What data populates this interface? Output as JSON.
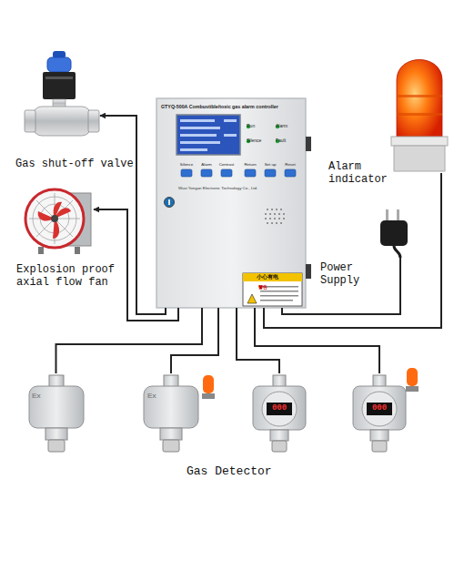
{
  "diagram": {
    "nodes": [
      {
        "text": [
          "GTYQ-500A Combustible/toxic gas alarm controller",
          "Run",
          "Alarm",
          "Silence",
          "Fault",
          "Silence",
          "Alarm",
          "Contrast",
          "Return",
          "Set up",
          "Reset",
          "Wuxi Yongan Electronic Technology Co., Ltd.",
          "小心有电",
          "警告"
        ]
      },
      {
        "text": [
          "Gas shut-off valve"
        ]
      },
      {
        "text": [
          "Explosion proof axial flow fan"
        ]
      },
      {
        "text": [
          "Alarm indicator"
        ]
      },
      {
        "text": [
          "Power Supply"
        ]
      },
      {
        "text": [
          "Ex"
        ]
      },
      {
        "text": [
          "Ex"
        ]
      },
      {
        "text": [
          "000"
        ]
      },
      {
        "text": [
          "000"
        ]
      }
    ],
    "edges": [
      {
        "from": 0,
        "to": 1,
        "arrow": "to"
      },
      {
        "from": 0,
        "to": 2,
        "arrow": "to"
      },
      {
        "from": 0,
        "to": 3,
        "arrow": "none"
      },
      {
        "from": 0,
        "to": 4,
        "arrow": "none"
      },
      {
        "from": 0,
        "to": 5,
        "arrow": "none"
      },
      {
        "from": 0,
        "to": 6,
        "arrow": "none"
      },
      {
        "from": 0,
        "to": 7,
        "arrow": "none"
      },
      {
        "from": 0,
        "to": 8,
        "arrow": "none"
      }
    ],
    "labels": [
      "Gas Detector"
    ]
  }
}
